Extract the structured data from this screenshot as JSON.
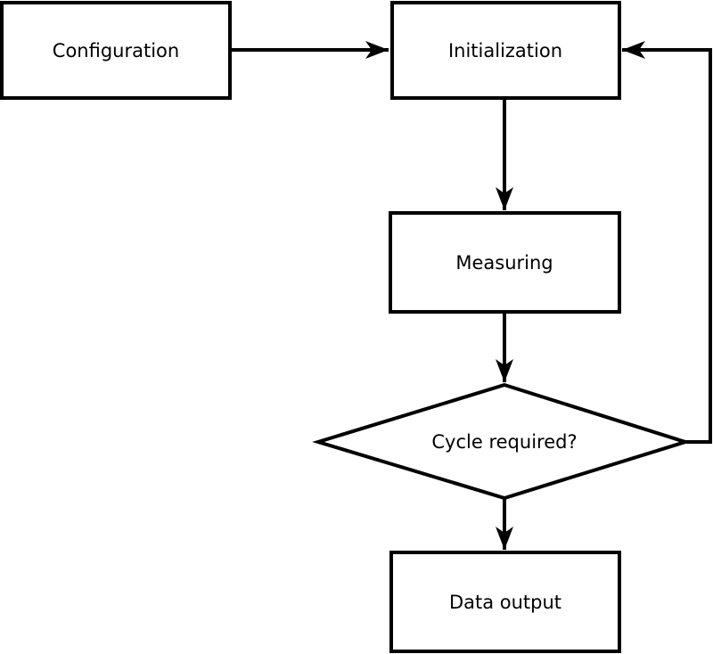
{
  "diagram": {
    "type": "flowchart",
    "background_color": "#ffffff",
    "stroke_color": "#000000",
    "node_fill_color": "#ffffff",
    "text_color": "#000000",
    "nodes": [
      {
        "id": "configuration",
        "shape": "rect",
        "label": "Configuration"
      },
      {
        "id": "initialization",
        "shape": "rect",
        "label": "Initialization"
      },
      {
        "id": "measuring",
        "shape": "rect",
        "label": "Measuring"
      },
      {
        "id": "cycle-required",
        "shape": "diamond",
        "label": "Cycle required?"
      },
      {
        "id": "data-output",
        "shape": "rect",
        "label": "Data output"
      }
    ],
    "edges": [
      {
        "from": "configuration",
        "to": "initialization",
        "route": "straight"
      },
      {
        "from": "initialization",
        "to": "measuring",
        "route": "straight"
      },
      {
        "from": "measuring",
        "to": "cycle-required",
        "route": "straight"
      },
      {
        "from": "cycle-required",
        "to": "data-output",
        "route": "straight"
      },
      {
        "from": "cycle-required",
        "to": "initialization",
        "route": "loop-right"
      }
    ]
  }
}
